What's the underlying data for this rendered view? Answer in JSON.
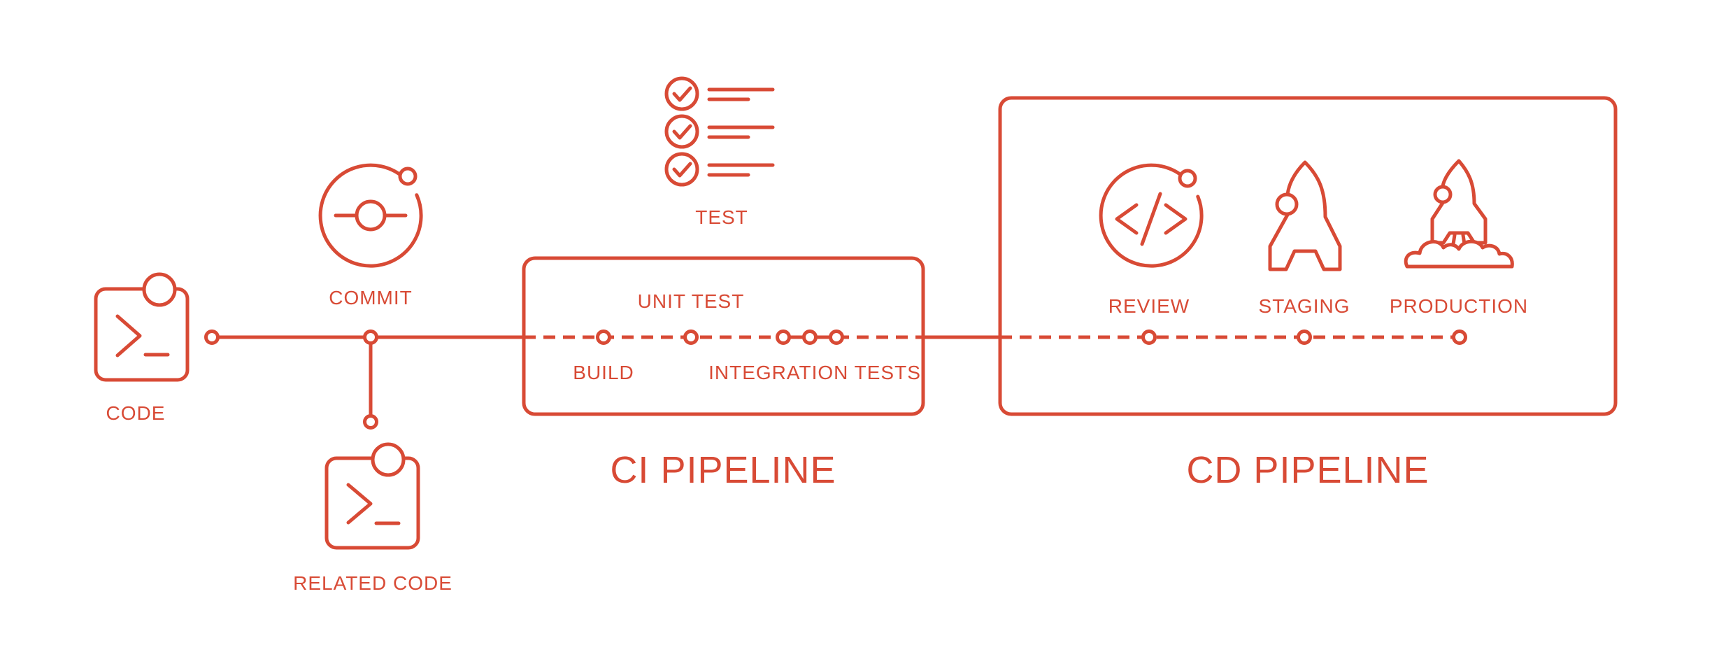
{
  "theme": {
    "accent": "#D84A35",
    "background": "#FFFFFF"
  },
  "diagram": {
    "source": {
      "code_label": "CODE",
      "commit_label": "COMMIT",
      "related_code_label": "RELATED CODE"
    },
    "ci": {
      "title": "CI PIPELINE",
      "test_label": "TEST",
      "build_label": "BUILD",
      "unit_test_label": "UNIT TEST",
      "integration_tests_label": "INTEGRATION TESTS"
    },
    "cd": {
      "title": "CD PIPELINE",
      "review_label": "REVIEW",
      "staging_label": "STAGING",
      "production_label": "PRODUCTION"
    }
  }
}
